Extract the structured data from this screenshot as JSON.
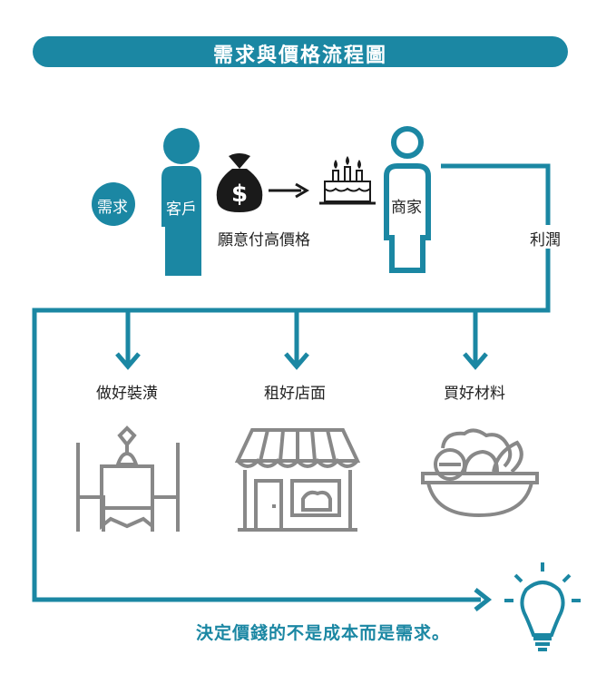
{
  "title": "需求與價格流程圖",
  "demand_label": "需求",
  "customer_label": "客戶",
  "willing_label": "願意付高價格",
  "merchant_label": "商家",
  "profit_label": "利潤",
  "branches": [
    {
      "label": "做好裝潢",
      "icon": "dining-table-icon"
    },
    {
      "label": "租好店面",
      "icon": "storefront-icon"
    },
    {
      "label": "買好材料",
      "icon": "salad-bowl-icon"
    }
  ],
  "conclusion": "決定價錢的不是成本而是需求。",
  "colors": {
    "accent": "#1b87a3",
    "icon_gray": "#888888",
    "dark": "#1a1a1a"
  }
}
